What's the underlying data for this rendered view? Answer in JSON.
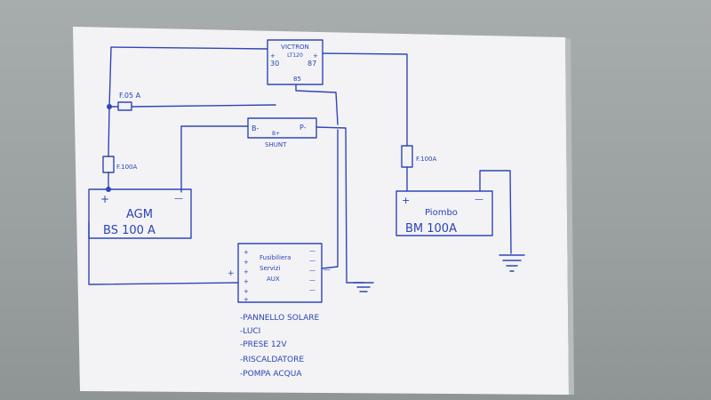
{
  "relay": {
    "brand": "VICTRON",
    "model": "LT120",
    "pin_30": "30",
    "pin_87": "87",
    "pin_85": "85",
    "plus_a": "+",
    "plus_b": "+"
  },
  "fuse_small": {
    "label": "F.05 A"
  },
  "fuse_agm": {
    "label": "F.100A"
  },
  "fuse_piombo": {
    "label": "F.100A"
  },
  "shunt": {
    "label": "SHUNT",
    "b_minus": "B-",
    "b_plus": "B+",
    "p_minus": "P-"
  },
  "battery_agm": {
    "name": "AGM",
    "spec": "BS 100 A",
    "plus": "+",
    "minus": "—"
  },
  "battery_piombo": {
    "name": "Piombo",
    "spec": "BM 100A",
    "plus": "+",
    "minus": "—"
  },
  "fuse_box": {
    "title_line1": "Fusibiliera",
    "title_line2": "Servizi",
    "title_line3": "AUX",
    "plus": "+",
    "minus": "—",
    "services": [
      "-PANNELLO SOLARE",
      "-LUCI",
      "-PRESE 12V",
      "-RISCALDATORE",
      "-POMPA ACQUA"
    ]
  },
  "colors": {
    "ink": "#2f46b8",
    "paper": "#f4f4f6"
  }
}
